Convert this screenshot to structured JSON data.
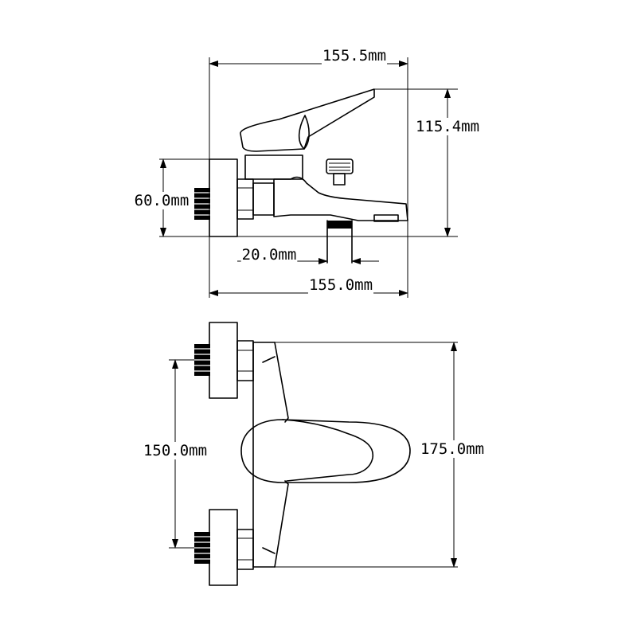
{
  "dimensions": {
    "top_width": "155.5mm",
    "height": "115.4mm",
    "inlet_height": "60.0mm",
    "spout_diameter": "20.0mm",
    "bottom_width": "155.0mm",
    "inlet_spacing": "150.0mm",
    "plan_depth": "175.0mm"
  }
}
